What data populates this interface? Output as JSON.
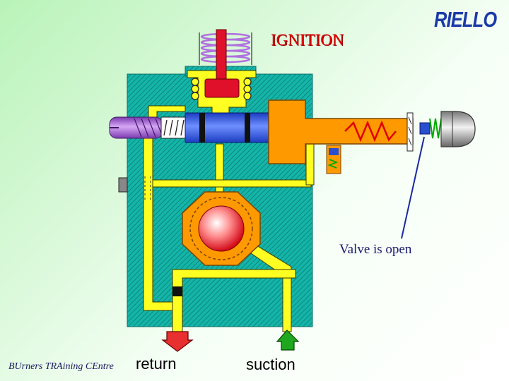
{
  "brand": {
    "logo_text": "RIELLO"
  },
  "diagram": {
    "title": "IGNITION",
    "status_label": "Valve is open",
    "ports": {
      "return_label": "return",
      "suction_label": "suction"
    },
    "footer_text": "BUrners TRAining CEntre"
  },
  "colors": {
    "body_fill": "#14b5a9",
    "oil_passage": "#ffff22",
    "valve_body": "#ff9900",
    "piston": "#2a4ed0",
    "solenoid_coil": "#c07be0",
    "spring_red": "#e00000",
    "spring_green": "#00aa00",
    "return_arrow": "#e83030",
    "suction_arrow": "#1fa81f"
  },
  "icons": [
    "return-arrow-icon",
    "suction-arrow-icon"
  ]
}
